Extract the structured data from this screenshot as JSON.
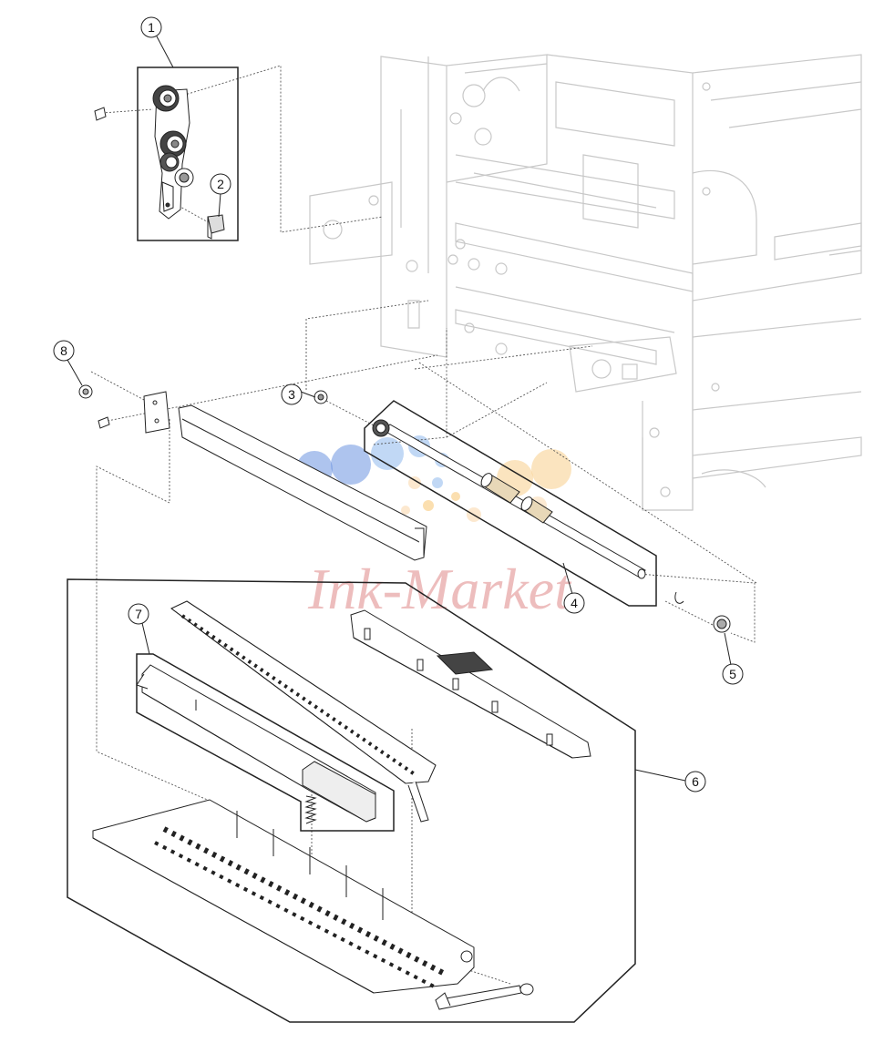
{
  "diagram": {
    "callouts": [
      {
        "id": "1",
        "label": "1"
      },
      {
        "id": "2",
        "label": "2"
      },
      {
        "id": "3",
        "label": "3"
      },
      {
        "id": "4",
        "label": "4"
      },
      {
        "id": "5",
        "label": "5"
      },
      {
        "id": "6",
        "label": "6"
      },
      {
        "id": "7",
        "label": "7"
      },
      {
        "id": "8",
        "label": "8"
      }
    ],
    "watermark": {
      "text": "Ink-Market",
      "dot_colors": [
        "#3b6fd6",
        "#f5b040",
        "#6aa0e8",
        "#f7c88a"
      ],
      "text_color": "#e8a8a8"
    },
    "colors": {
      "line": "#222222",
      "frame_ghost": "#c8c8c8",
      "roller_tan": "#e8d8b8"
    }
  }
}
